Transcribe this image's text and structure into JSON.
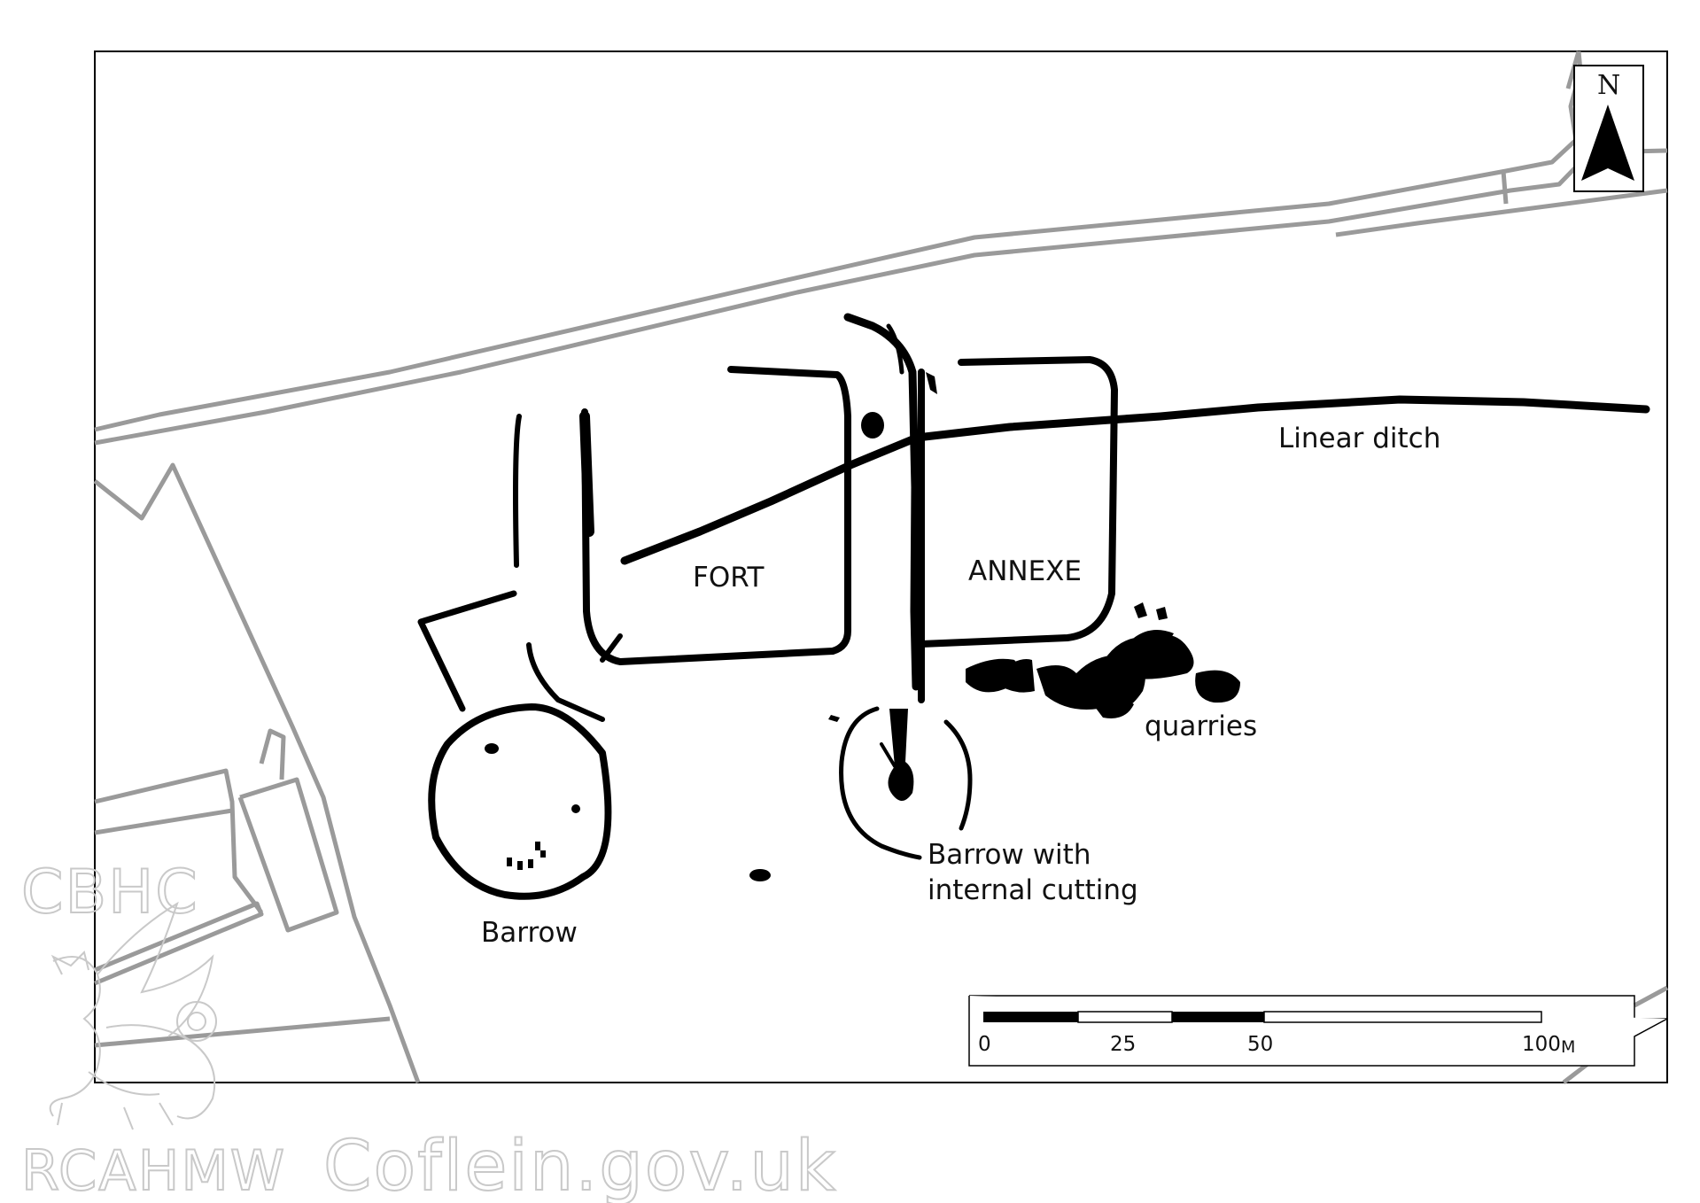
{
  "labels": {
    "fort": "FORT",
    "annexe": "ANNEXE",
    "linear_ditch": "Linear ditch",
    "quarries": "quarries",
    "barrow": "Barrow",
    "barrow_cut_line1": "Barrow with",
    "barrow_cut_line2": "internal cutting"
  },
  "north_arrow": {
    "letter": "N"
  },
  "scale_bar": {
    "ticks": [
      "0",
      "25",
      "50",
      "100"
    ],
    "unit": "M"
  },
  "watermark": {
    "org1": "CBHC",
    "org2": "RCAHMW",
    "site": "Coflein.gov.uk"
  },
  "colors": {
    "feature": "#000000",
    "boundary": "#9a9a9a",
    "frame": "#000000",
    "watermark": "#c9c9c9"
  }
}
